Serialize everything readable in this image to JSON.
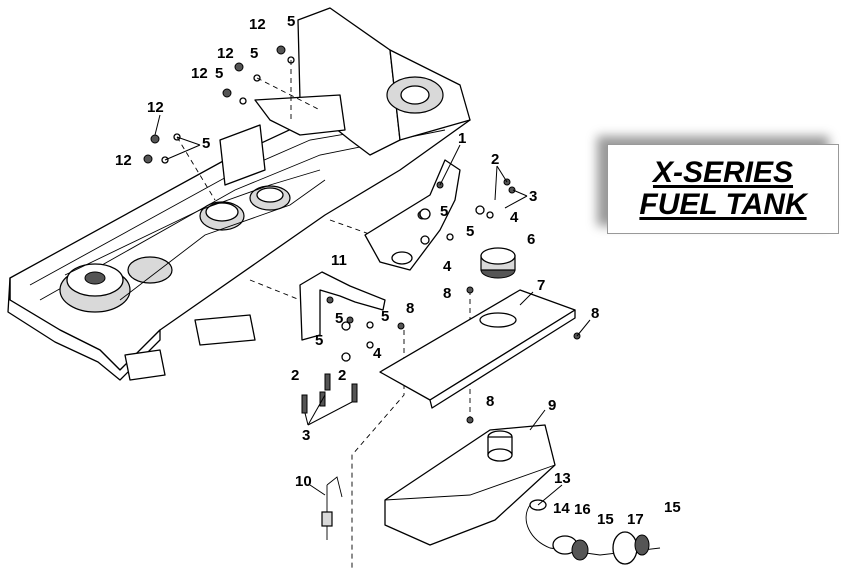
{
  "title": {
    "line1": "X-SERIES",
    "line2": "FUEL TANK"
  },
  "callouts": [
    {
      "id": "c12a",
      "text": "12"
    },
    {
      "id": "c5a",
      "text": "5"
    },
    {
      "id": "c12b",
      "text": "12"
    },
    {
      "id": "c5b",
      "text": "5"
    },
    {
      "id": "c12c",
      "text": "12"
    },
    {
      "id": "c5c",
      "text": "5"
    },
    {
      "id": "c12d",
      "text": "12"
    },
    {
      "id": "c5d",
      "text": "5"
    },
    {
      "id": "c12e",
      "text": "12"
    },
    {
      "id": "c1",
      "text": "1"
    },
    {
      "id": "c2a",
      "text": "2"
    },
    {
      "id": "c3a",
      "text": "3"
    },
    {
      "id": "c5e",
      "text": "5"
    },
    {
      "id": "c4a",
      "text": "4"
    },
    {
      "id": "c5f",
      "text": "5"
    },
    {
      "id": "c4b",
      "text": "4"
    },
    {
      "id": "c6",
      "text": "6"
    },
    {
      "id": "c11",
      "text": "11"
    },
    {
      "id": "c7",
      "text": "7"
    },
    {
      "id": "c8a",
      "text": "8"
    },
    {
      "id": "c8b",
      "text": "8"
    },
    {
      "id": "c8c",
      "text": "8"
    },
    {
      "id": "c5g",
      "text": "5"
    },
    {
      "id": "c5h",
      "text": "5"
    },
    {
      "id": "c5i",
      "text": "5"
    },
    {
      "id": "c4c",
      "text": "4"
    },
    {
      "id": "c2b",
      "text": "2"
    },
    {
      "id": "c2c",
      "text": "2"
    },
    {
      "id": "c3b",
      "text": "3"
    },
    {
      "id": "c8d",
      "text": "8"
    },
    {
      "id": "c9",
      "text": "9"
    },
    {
      "id": "c10",
      "text": "10"
    },
    {
      "id": "c13",
      "text": "13"
    },
    {
      "id": "c14",
      "text": "14"
    },
    {
      "id": "c16",
      "text": "16"
    },
    {
      "id": "c15a",
      "text": "15"
    },
    {
      "id": "c17",
      "text": "17"
    },
    {
      "id": "c15b",
      "text": "15"
    }
  ]
}
